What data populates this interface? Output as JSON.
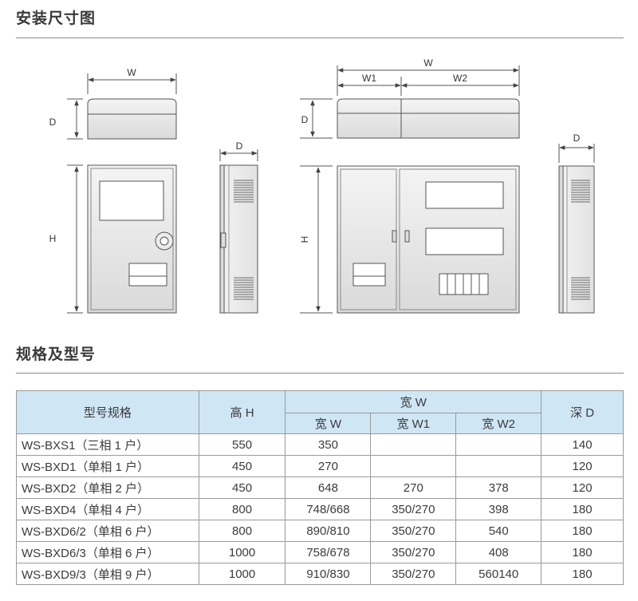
{
  "sections": {
    "install": "安装尺寸图",
    "spec": "规格及型号"
  },
  "drawing": {
    "w": "W",
    "w1": "W1",
    "w2": "W2",
    "d": "D",
    "h": "H"
  },
  "table": {
    "headers": {
      "model": "型号规格",
      "height": "高 H",
      "width_group": "宽 W",
      "width": "宽 W",
      "w1": "宽 W1",
      "w2": "宽 W2",
      "depth": "深 D"
    },
    "rows": [
      {
        "model": "WS-BXS1（三相 1 户）",
        "h": "550",
        "w": "350",
        "w1": "",
        "w2": "",
        "d": "140"
      },
      {
        "model": "WS-BXD1（单相 1 户）",
        "h": "450",
        "w": "270",
        "w1": "",
        "w2": "",
        "d": "120"
      },
      {
        "model": "WS-BXD2（单相 2 户）",
        "h": "450",
        "w": "648",
        "w1": "270",
        "w2": "378",
        "d": "120"
      },
      {
        "model": "WS-BXD4（单相 4 户）",
        "h": "800",
        "w": "748/668",
        "w1": "350/270",
        "w2": "398",
        "d": "180"
      },
      {
        "model": "WS-BXD6/2（单相 6 户）",
        "h": "800",
        "w": "890/810",
        "w1": "350/270",
        "w2": "540",
        "d": "180"
      },
      {
        "model": "WS-BXD6/3（单相 6 户）",
        "h": "1000",
        "w": "758/678",
        "w1": "350/270",
        "w2": "408",
        "d": "180"
      },
      {
        "model": "WS-BXD9/3（单相 9 户）",
        "h": "1000",
        "w": "910/830",
        "w1": "350/270",
        "w2": "560140",
        "d": "180"
      }
    ]
  }
}
